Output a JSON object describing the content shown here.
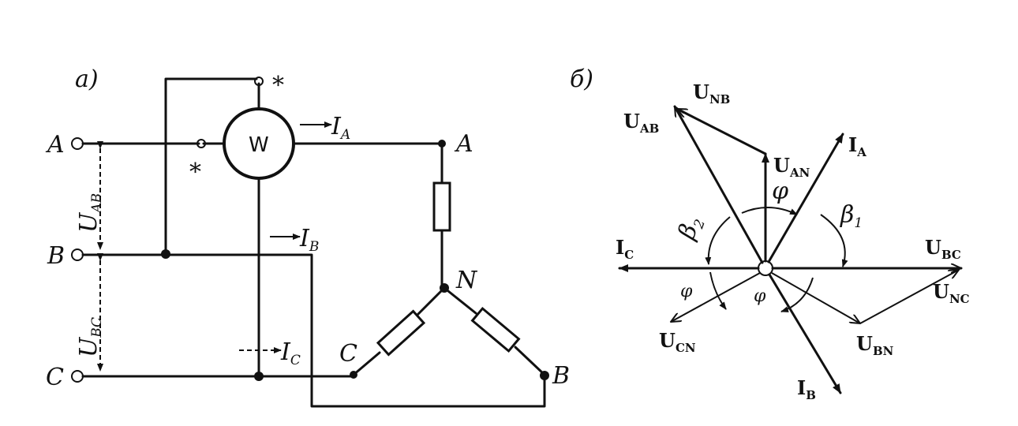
{
  "panel_a": {
    "label": "а)",
    "terminals": {
      "a": "A",
      "b": "B",
      "c": "C"
    },
    "star": "*",
    "meter": "W",
    "load_nodes": {
      "a": "A",
      "n": "N",
      "b": "B",
      "c": "C"
    },
    "voltages": {
      "uab": {
        "main": "U",
        "sub": "AB"
      },
      "ubc": {
        "main": "U",
        "sub": "BC"
      }
    },
    "currents": {
      "ia": {
        "main": "I",
        "sub": "A"
      },
      "ib": {
        "main": "I",
        "sub": "B"
      },
      "ic": {
        "main": "I",
        "sub": "C"
      }
    }
  },
  "panel_b": {
    "label": "б)",
    "phasors": {
      "u_ab": {
        "main": "U",
        "sub": "AB"
      },
      "u_nb": {
        "main": "U",
        "sub": "NB"
      },
      "u_an": {
        "main": "U",
        "sub": "AN"
      },
      "i_a": {
        "main": "I",
        "sub": "A"
      },
      "i_c": {
        "main": "I",
        "sub": "C"
      },
      "u_bc": {
        "main": "U",
        "sub": "BC"
      },
      "u_nc": {
        "main": "U",
        "sub": "NC"
      },
      "u_cn": {
        "main": "U",
        "sub": "CN"
      },
      "u_bn": {
        "main": "U",
        "sub": "BN"
      },
      "i_b": {
        "main": "I",
        "sub": "B"
      }
    },
    "angles": {
      "phi_top": "φ",
      "phi_left": "φ",
      "phi_bottom": "φ",
      "beta1": {
        "main": "β",
        "sub": "1"
      },
      "beta2": {
        "main": "β",
        "sub": "2"
      }
    }
  }
}
